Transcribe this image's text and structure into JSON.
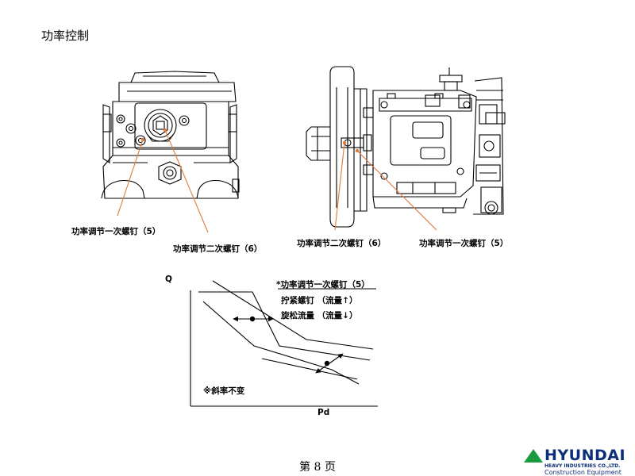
{
  "slide": {
    "title": "功率控制",
    "page": "第 8 页"
  },
  "callouts": {
    "left_first_screw": "功率调节一次螺钉（5）",
    "left_second_screw": "功率调节二次螺钉（6）",
    "right_second_screw": "功率调节二次螺钉（6）",
    "right_first_screw": "功率调节一次螺钉（5）"
  },
  "graph": {
    "y_axis": "Q",
    "x_axis": "Pd",
    "note_title": "*功率调节一次螺钉（5）",
    "note_tighten": "拧紧螺钉 （流量↑）",
    "note_loosen": "旋松流量 （流量↓）",
    "note_slope": "※斜率不变"
  },
  "logo": {
    "brand": "HYUNDAI",
    "subtitle": "HEAVY INDUSTRIES CO.,LTD.",
    "division": "Construction Equipment",
    "triangle_color": "#1a9a3c",
    "text_color": "#0b2f7a"
  },
  "colors": {
    "leader_line": "#e07a3a"
  }
}
